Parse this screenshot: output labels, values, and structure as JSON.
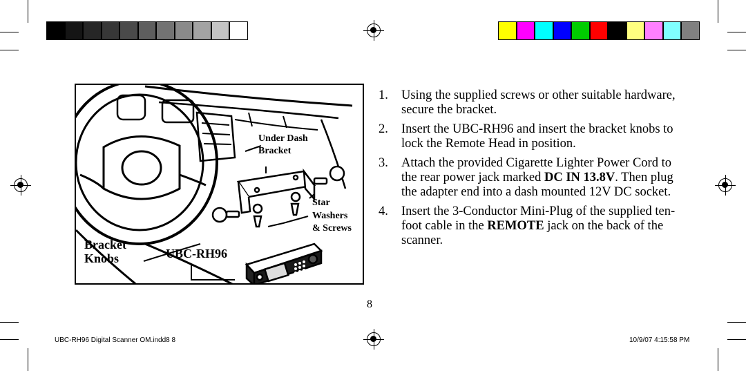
{
  "figure": {
    "labels": {
      "under_dash": "Under Dash",
      "bracket": "Bracket",
      "star": "Star",
      "washers": "Washers",
      "screws": "& Screws",
      "bracket_knobs_1": "Bracket",
      "bracket_knobs_2": "Knobs",
      "model": "UBC-RH96"
    }
  },
  "steps": [
    {
      "num": "1.",
      "text": "Using the supplied screws or other suitable hardware, secure the bracket."
    },
    {
      "num": "2.",
      "text": "Insert the UBC-RH96 and insert the bracket knobs to lock the Remote Head in position."
    },
    {
      "num": "3.",
      "text_a": "Attach the provided Cigarette Lighter Power Cord to the rear power jack marked ",
      "bold": "DC IN 13.8V",
      "text_b": ". Then plug the adapter end into a dash mounted 12V DC socket."
    },
    {
      "num": "4.",
      "text_a": "Insert the 3-Conductor Mini-Plug of the supplied ten-foot cable in the ",
      "bold": "REMOTE",
      "text_b": " jack on the back of  the scanner."
    }
  ],
  "page_number": "8",
  "footer": {
    "file": "UBC-RH96 Digital Scanner OM.indd8   8",
    "timestamp": "10/9/07   4:15:58 PM"
  },
  "colors": {
    "gray_bar": [
      "#000000",
      "#151515",
      "#262626",
      "#373737",
      "#4a4a4a",
      "#5e5e5e",
      "#737373",
      "#8a8a8a",
      "#a3a3a3",
      "#c4c4c4",
      "#ffffff"
    ],
    "color_bar": [
      "#ffff00",
      "#ff00ff",
      "#00ffff",
      "#0000ff",
      "#00cc00",
      "#ff0000",
      "#000000",
      "#ffff80",
      "#ff80ff",
      "#80ffff",
      "#808080"
    ]
  }
}
